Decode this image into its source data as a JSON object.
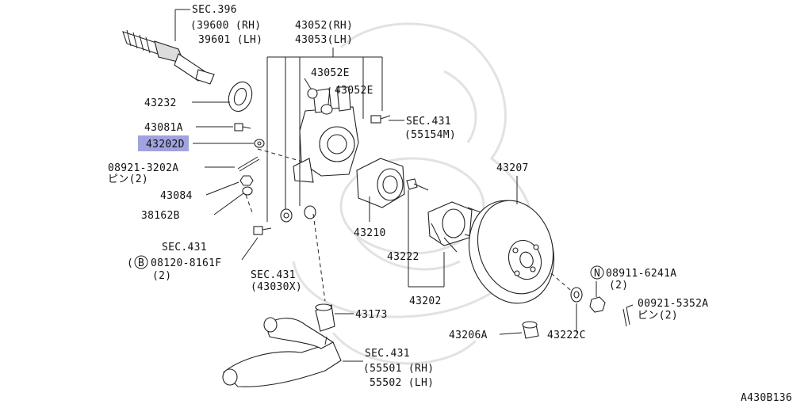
{
  "labels": {
    "sec396": "SEC.396",
    "l39600": "(39600 (RH)",
    "l39601": "39601 (LH)",
    "l43052rh": "43052(RH)",
    "l43053lh": "43053(LH)",
    "l43052e_a": "43052E",
    "l43052e_b": "43052E",
    "l43232": "43232",
    "l43081a": "43081A",
    "l43202d": "43202D",
    "l08921": "08921-3202A",
    "l08921_pin": "ピン(2)",
    "l43084": "43084",
    "l38162b": "38162B",
    "sec431_top": "SEC.431",
    "l55154m": "(55154M)",
    "l43207": "43207",
    "l43210": "43210",
    "l43222": "43222",
    "l43202": "43202",
    "sec431_left": "SEC.431",
    "l08120": "08120-8161F",
    "l08120_qty": "(2)",
    "l08120_circle": "B",
    "sec431_mid": "SEC.431",
    "l43030x": "(43030X)",
    "l08911": "08911-6241A",
    "l08911_qty": "(2)",
    "l08911_circle": "N",
    "l00921": "00921-5352A",
    "l00921_pin": "ピン(2)",
    "l43173": "43173",
    "l43206a": "43206A",
    "l43222c": "43222C",
    "sec431_bottom": "SEC.431",
    "l55501": "(55501 (RH)",
    "l55502": "55502 (LH)",
    "figure_code": "A430B136"
  },
  "highlight": {
    "color": "#8f93d8"
  }
}
